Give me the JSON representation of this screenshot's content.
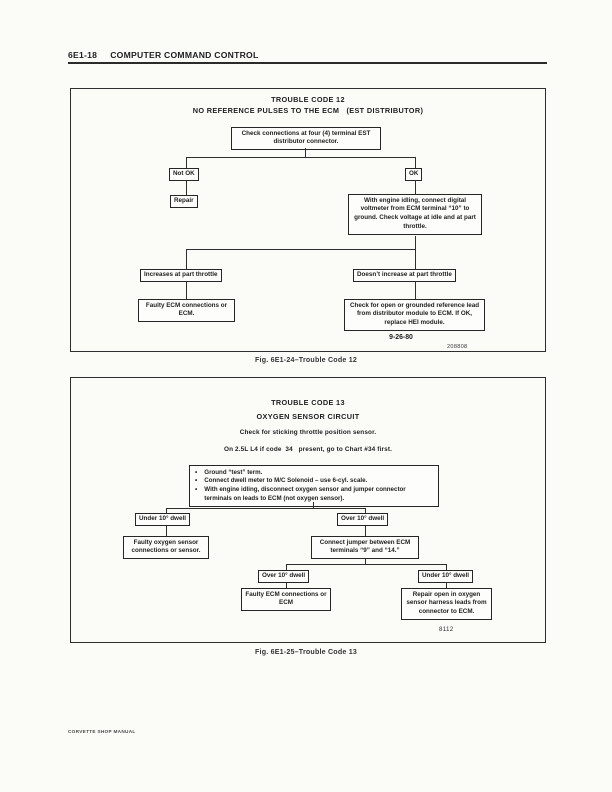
{
  "header": {
    "code": "6E1-18",
    "title": "COMPUTER COMMAND CONTROL"
  },
  "footer": {
    "text": "CORVETTE SHOP MANUAL"
  },
  "chart12": {
    "title": "TROUBLE CODE 12",
    "subtitle": "NO REFERENCE PULSES TO THE ECM   (EST DISTRIBUTOR)",
    "caption": "Fig. 6E1-24–Trouble Code 12",
    "date_code": "9-26-80",
    "part_number": "208808",
    "nodes": {
      "check_connections": "Check connections at four (4) terminal EST distributor connector.",
      "not_ok": "Not OK",
      "ok": "OK",
      "repair": "Repair",
      "voltmeter": "With engine idling, connect digital voltmeter from ECM terminal “10” to ground. Check voltage at idle and at part throttle.",
      "increases": "Increases at part throttle",
      "doesnt_increase": "Doesn’t increase at part throttle",
      "faulty_ecm": "Faulty ECM connections or ECM.",
      "check_open": "Check for open or grounded reference lead from distributor module to ECM. If OK, replace HEI module."
    }
  },
  "chart13": {
    "title": "TROUBLE CODE 13",
    "subtitle": "OXYGEN SENSOR CIRCUIT",
    "note1": "Check for sticking throttle position sensor.",
    "note2": "On 2.5L L4 if code  34   present, go to Chart #34 first.",
    "caption": "Fig. 6E1-25–Trouble Code 13",
    "part_number": "8112",
    "bullets": {
      "0": "Ground “test” term.",
      "1": "Connect dwell meter to M/C Solenoid – use 6-cyl. scale.",
      "2": "With engine idling, disconnect oxygen sensor and jumper connector terminals on leads to ECM (not oxygen sensor)."
    },
    "bullet_glyph": "•",
    "nodes": {
      "under10_a": "Under 10° dwell",
      "over10_a": "Over 10° dwell",
      "faulty_oxygen": "Faulty oxygen sensor connections or sensor.",
      "connect_jumper": "Connect jumper between ECM terminals “9” and “14.”",
      "over10_b": "Over 10° dwell",
      "under10_b": "Under 10° dwell",
      "faulty_ecm": "Faulty ECM connections or ECM",
      "repair_open": "Repair open in oxygen sensor harness leads from connector to ECM."
    }
  }
}
